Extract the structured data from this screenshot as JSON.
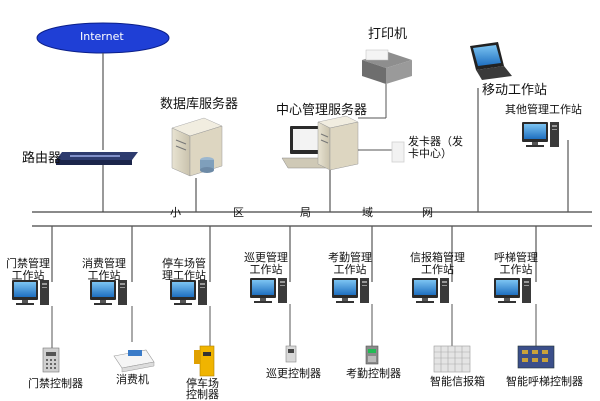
{
  "internet": "Internet",
  "router": "路由器",
  "db_server": "数据库服务器",
  "center_server": "中心管理服务器",
  "printer": "打印机",
  "mobile_ws": "移动工作站",
  "other_ws": "其他管理工作站",
  "card_issuer": "发卡器（发\n卡中心）",
  "lan": [
    "小",
    "区",
    "局",
    "域",
    "网"
  ],
  "workstations": [
    {
      "label": "门禁管理\n工作站",
      "device": "门禁控制器"
    },
    {
      "label": "消费管理\n工作站",
      "device": "消费机"
    },
    {
      "label": "停车场管\n理工作站",
      "device": "停车场\n控制器"
    },
    {
      "label": "巡更管理\n工作站",
      "device": "巡更控制器"
    },
    {
      "label": "考勤管理\n工作站",
      "device": "考勤控制器"
    },
    {
      "label": "信报箱管理\n工作站",
      "device": "智能信报箱"
    },
    {
      "label": "呼梯管理\n工作站",
      "device": "智能呼梯控制器"
    }
  ],
  "colors": {
    "internet_fill": "#1f3fd6",
    "line": "#555555",
    "screen": "#2f8fd8"
  }
}
